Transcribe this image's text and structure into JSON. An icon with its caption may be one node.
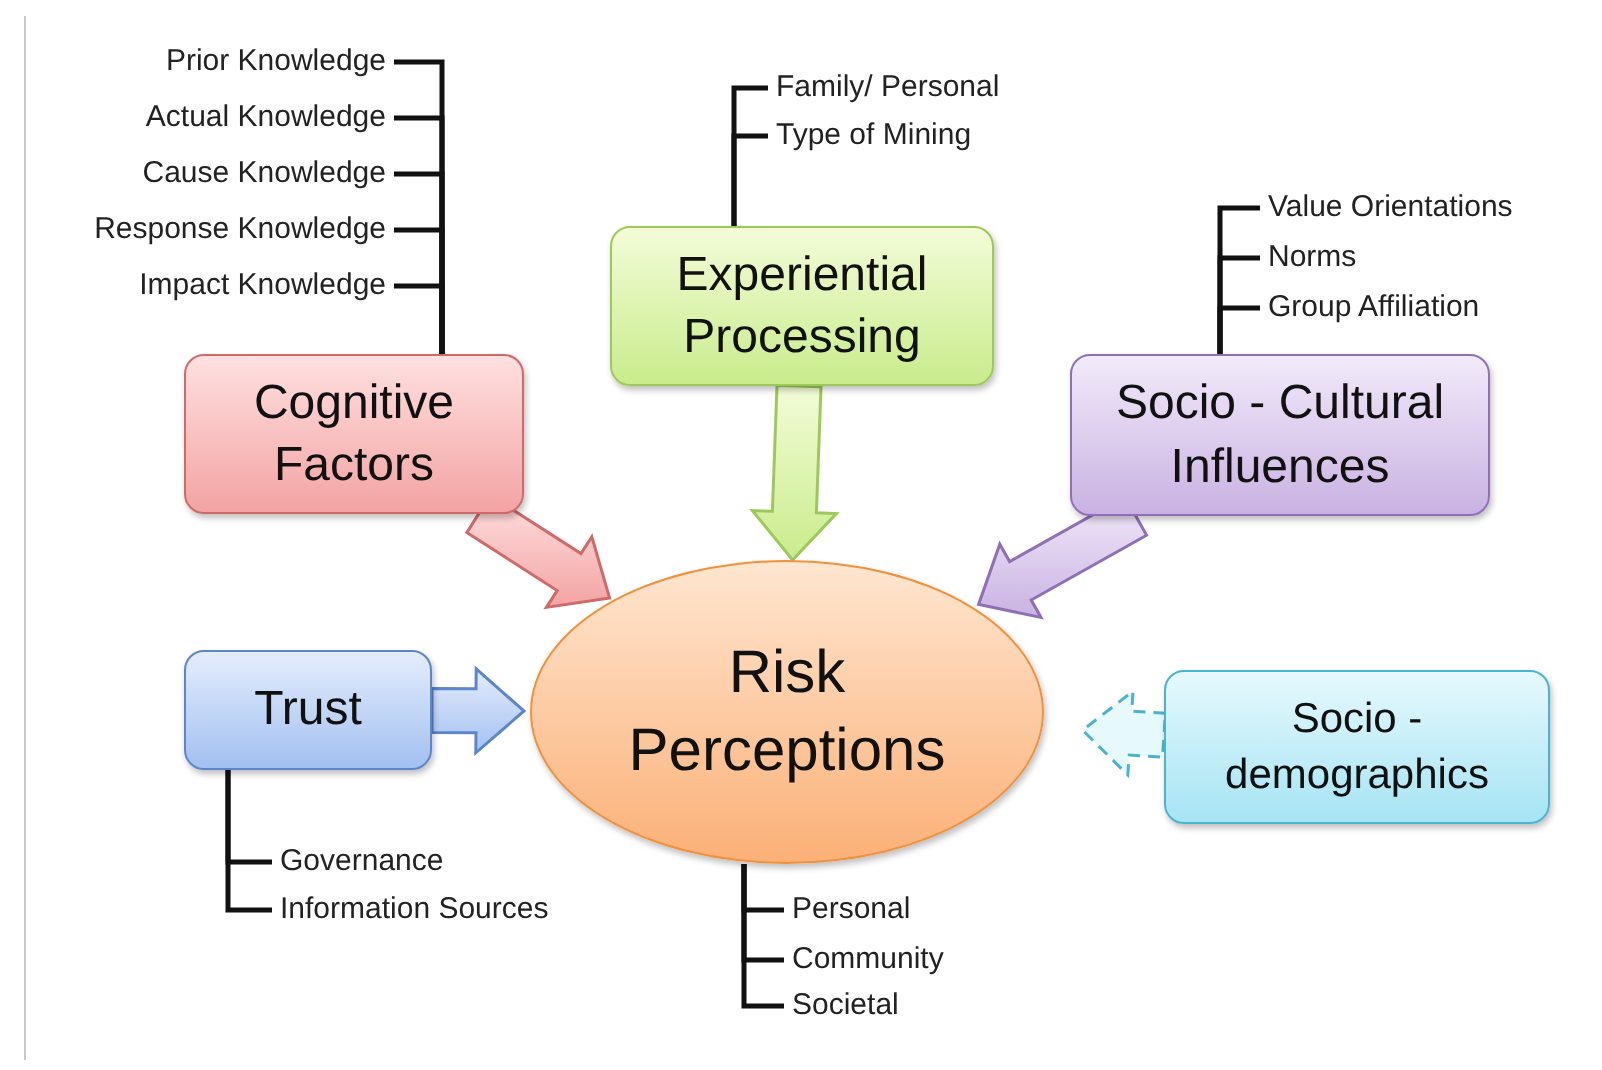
{
  "diagram": {
    "nodes": [
      {
        "text": [
          "Risk Perceptions"
        ]
      },
      {
        "text": [
          "Cognitive Factors"
        ]
      },
      {
        "text": [
          "Experiential Processing"
        ]
      },
      {
        "text": [
          "Socio - Cultural Influences"
        ]
      },
      {
        "text": [
          "Trust"
        ]
      },
      {
        "text": [
          "Socio - demographics"
        ]
      },
      {
        "text": [
          "Prior Knowledge"
        ]
      },
      {
        "text": [
          "Actual Knowledge"
        ]
      },
      {
        "text": [
          "Cause Knowledge"
        ]
      },
      {
        "text": [
          "Response Knowledge"
        ]
      },
      {
        "text": [
          "Impact Knowledge"
        ]
      },
      {
        "text": [
          "Family/ Personal"
        ]
      },
      {
        "text": [
          "Type of Mining"
        ]
      },
      {
        "text": [
          "Value Orientations"
        ]
      },
      {
        "text": [
          "Norms"
        ]
      },
      {
        "text": [
          "Group Affiliation"
        ]
      },
      {
        "text": [
          "Governance"
        ]
      },
      {
        "text": [
          "Information Sources"
        ]
      },
      {
        "text": [
          "Personal"
        ]
      },
      {
        "text": [
          "Community"
        ]
      },
      {
        "text": [
          "Societal"
        ]
      }
    ],
    "edges": [
      {
        "from": 1,
        "to": 0,
        "arrow": "to",
        "style": "thick"
      },
      {
        "from": 2,
        "to": 0,
        "arrow": "to",
        "style": "thick"
      },
      {
        "from": 3,
        "to": 0,
        "arrow": "to",
        "style": "thick"
      },
      {
        "from": 4,
        "to": 0,
        "arrow": "to",
        "style": "thick"
      },
      {
        "from": 5,
        "to": 0,
        "arrow": "to",
        "style": "dashed"
      },
      {
        "from": 1,
        "to": 6,
        "arrow": "none"
      },
      {
        "from": 1,
        "to": 7,
        "arrow": "none"
      },
      {
        "from": 1,
        "to": 8,
        "arrow": "none"
      },
      {
        "from": 1,
        "to": 9,
        "arrow": "none"
      },
      {
        "from": 1,
        "to": 10,
        "arrow": "none"
      },
      {
        "from": 2,
        "to": 11,
        "arrow": "none"
      },
      {
        "from": 2,
        "to": 12,
        "arrow": "none"
      },
      {
        "from": 3,
        "to": 13,
        "arrow": "none"
      },
      {
        "from": 3,
        "to": 14,
        "arrow": "none"
      },
      {
        "from": 3,
        "to": 15,
        "arrow": "none"
      },
      {
        "from": 4,
        "to": 16,
        "arrow": "none"
      },
      {
        "from": 4,
        "to": 17,
        "arrow": "none"
      },
      {
        "from": 0,
        "to": 18,
        "arrow": "none"
      },
      {
        "from": 0,
        "to": 19,
        "arrow": "none"
      },
      {
        "from": 0,
        "to": 20,
        "arrow": "none"
      }
    ]
  }
}
